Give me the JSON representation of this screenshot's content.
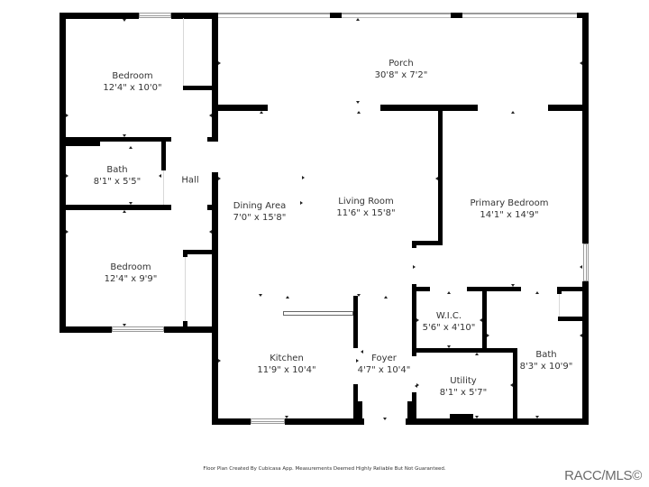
{
  "floor_plan": {
    "rooms": [
      {
        "id": "bedroom-1",
        "name": "Bedroom",
        "dimensions": "12'4\" x 10'0\""
      },
      {
        "id": "porch",
        "name": "Porch",
        "dimensions": "30'8\" x 7'2\""
      },
      {
        "id": "bath-1",
        "name": "Bath",
        "dimensions": "8'1\" x 5'5\""
      },
      {
        "id": "hall",
        "name": "Hall",
        "dimensions": ""
      },
      {
        "id": "bedroom-2",
        "name": "Bedroom",
        "dimensions": "12'4\" x 9'9\""
      },
      {
        "id": "dining-area",
        "name": "Dining Area",
        "dimensions": "7'0\" x 15'8\""
      },
      {
        "id": "living-room",
        "name": "Living Room",
        "dimensions": "11'6\" x 15'8\""
      },
      {
        "id": "primary-bedroom",
        "name": "Primary Bedroom",
        "dimensions": "14'1\" x 14'9\""
      },
      {
        "id": "wic",
        "name": "W.I.C.",
        "dimensions": "5'6\" x 4'10\""
      },
      {
        "id": "kitchen",
        "name": "Kitchen",
        "dimensions": "11'9\" x 10'4\""
      },
      {
        "id": "foyer",
        "name": "Foyer",
        "dimensions": "4'7\" x 10'4\""
      },
      {
        "id": "utility",
        "name": "Utility",
        "dimensions": "8'1\" x 5'7\""
      },
      {
        "id": "bath-2",
        "name": "Bath",
        "dimensions": "8'3\" x 10'9\""
      }
    ],
    "colors": {
      "wall": "#000000",
      "background": "#ffffff",
      "text": "#333333",
      "window": "#9a9a9a"
    }
  },
  "footer": {
    "disclaimer": "Floor Plan Created By Cubicasa App. Measurements Deemed Highly Reliable But Not Guaranteed.",
    "copyright": "RACC/MLS©"
  }
}
